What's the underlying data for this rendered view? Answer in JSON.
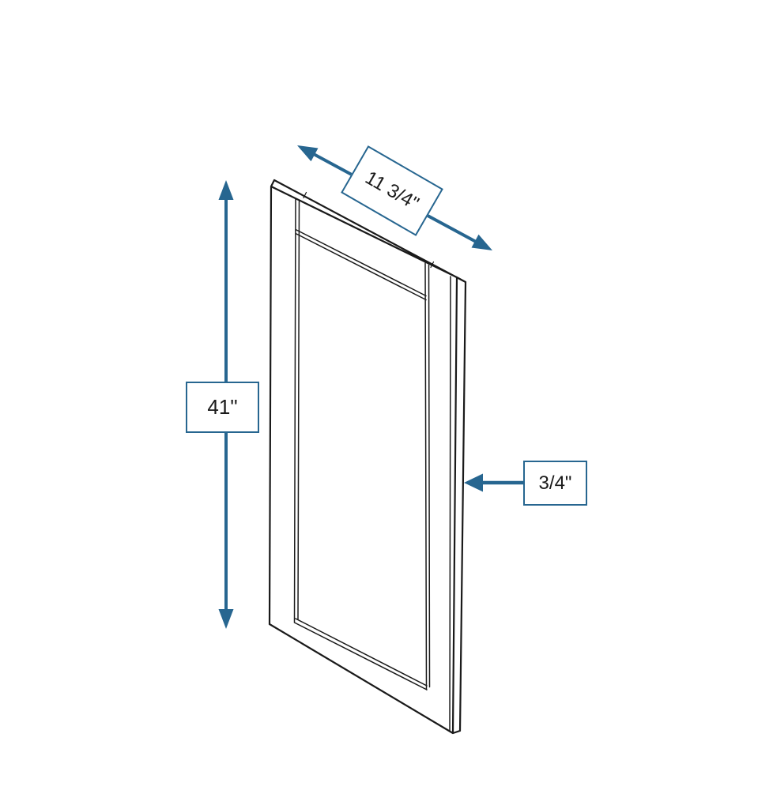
{
  "figure": {
    "background_color": "#ffffff",
    "line_color": "#1a1a1a",
    "accent_color": "#276690"
  },
  "dimensions": {
    "width": {
      "label": "11 3/4\""
    },
    "height": {
      "label": "41\""
    },
    "thickness": {
      "label": "3/4\""
    }
  }
}
